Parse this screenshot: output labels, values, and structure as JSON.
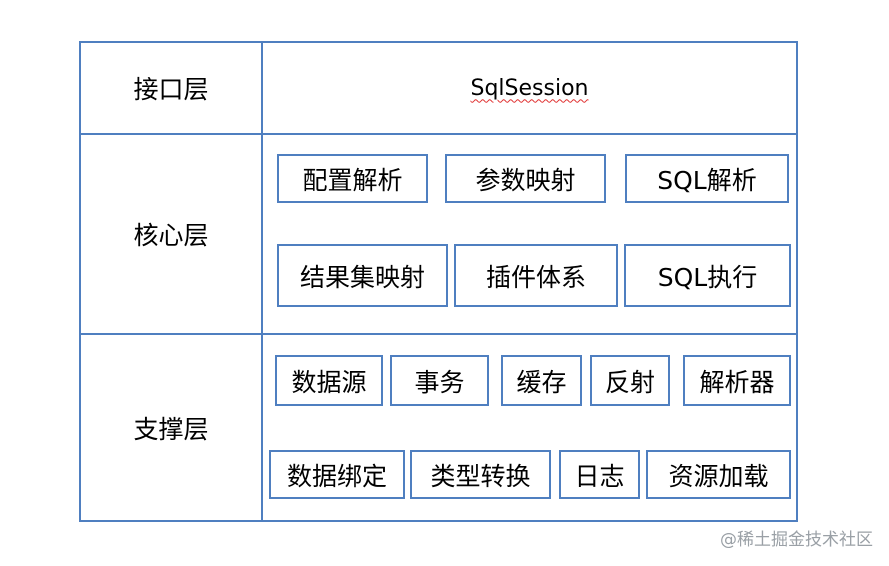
{
  "layers": {
    "interface": {
      "label": "接口层",
      "content": "SqlSession"
    },
    "core": {
      "label": "核心层",
      "row1": [
        "配置解析",
        "参数映射",
        "SQL解析"
      ],
      "row2": [
        "结果集映射",
        "插件体系",
        "SQL执行"
      ]
    },
    "support": {
      "label": "支撑层",
      "row1": [
        "数据源",
        "事务",
        "缓存",
        "反射",
        "解析器"
      ],
      "row2": [
        "数据绑定",
        "类型转换",
        "日志",
        "资源加载"
      ]
    }
  },
  "watermark": "@稀土掘金技术社区",
  "colors": {
    "border": "#4f7fc0",
    "spellcheck_underline": "#e03030",
    "watermark": "#9aa0a6"
  }
}
